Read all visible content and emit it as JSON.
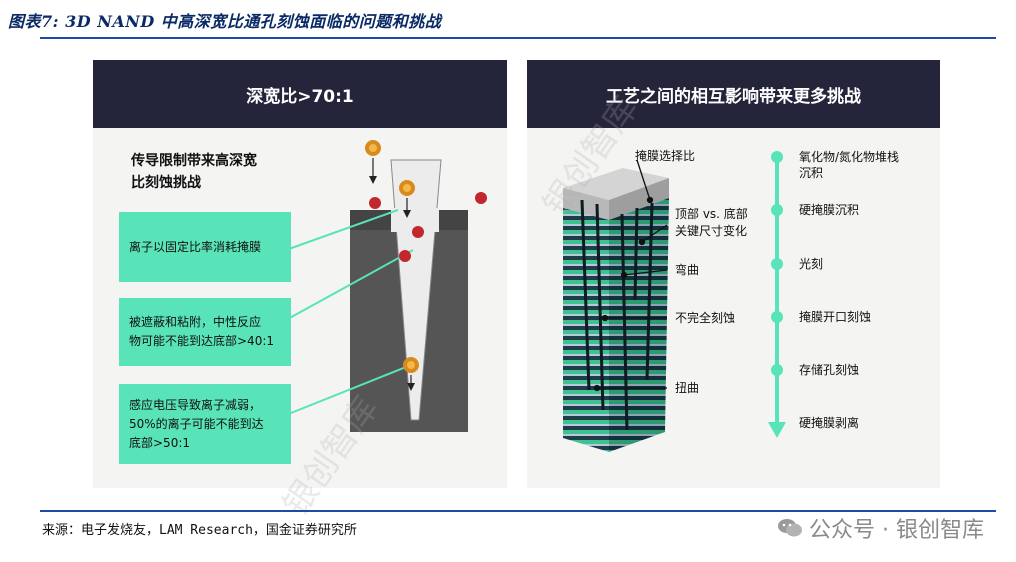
{
  "figure_title": "图表7: 3D NAND 中高深宽比通孔刻蚀面临的问题和挑战",
  "left_panel": {
    "header": "深宽比>70:1",
    "lead_line1": "传导限制带来高深宽",
    "lead_line2": "比刻蚀挑战",
    "box1": "离子以固定比率消耗掩膜",
    "box2_line1": "被遮蔽和粘附，中性反应",
    "box2_line2": "物可能不能到达底部>40:1",
    "box3_line1": "感应电压导致离子减弱，",
    "box3_line2": "50%的离子可能不能到达",
    "box3_line3": "底部>50:1"
  },
  "right_panel": {
    "header": "工艺之间的相互影响带来更多挑战",
    "labels": {
      "mask_ratio": "掩膜选择比",
      "top_bottom_line1": "顶部 vs. 底部",
      "top_bottom_line2": "关键尺寸变化",
      "bowing": "弯曲",
      "incomplete_etch": "不完全刻蚀",
      "twisting": "扭曲"
    },
    "steps": [
      {
        "line1": "氧化物/氮化物堆栈",
        "line2": "沉积"
      },
      {
        "line1": "硬掩膜沉积",
        "line2": ""
      },
      {
        "line1": "光刻",
        "line2": ""
      },
      {
        "line1": "掩膜开口刻蚀",
        "line2": ""
      },
      {
        "line1": "存储孔刻蚀",
        "line2": ""
      },
      {
        "line1": "硬掩膜剥离",
        "line2": ""
      }
    ]
  },
  "source": "来源：电子发烧友，LAM Research，国金证券研究所",
  "wechat": "公众号 · 银创智库",
  "watermark": "银创智库",
  "colors": {
    "accent": "#58e3b9",
    "header": "#24243a",
    "rule": "#1f4aa8",
    "title": "#0a2a66"
  }
}
